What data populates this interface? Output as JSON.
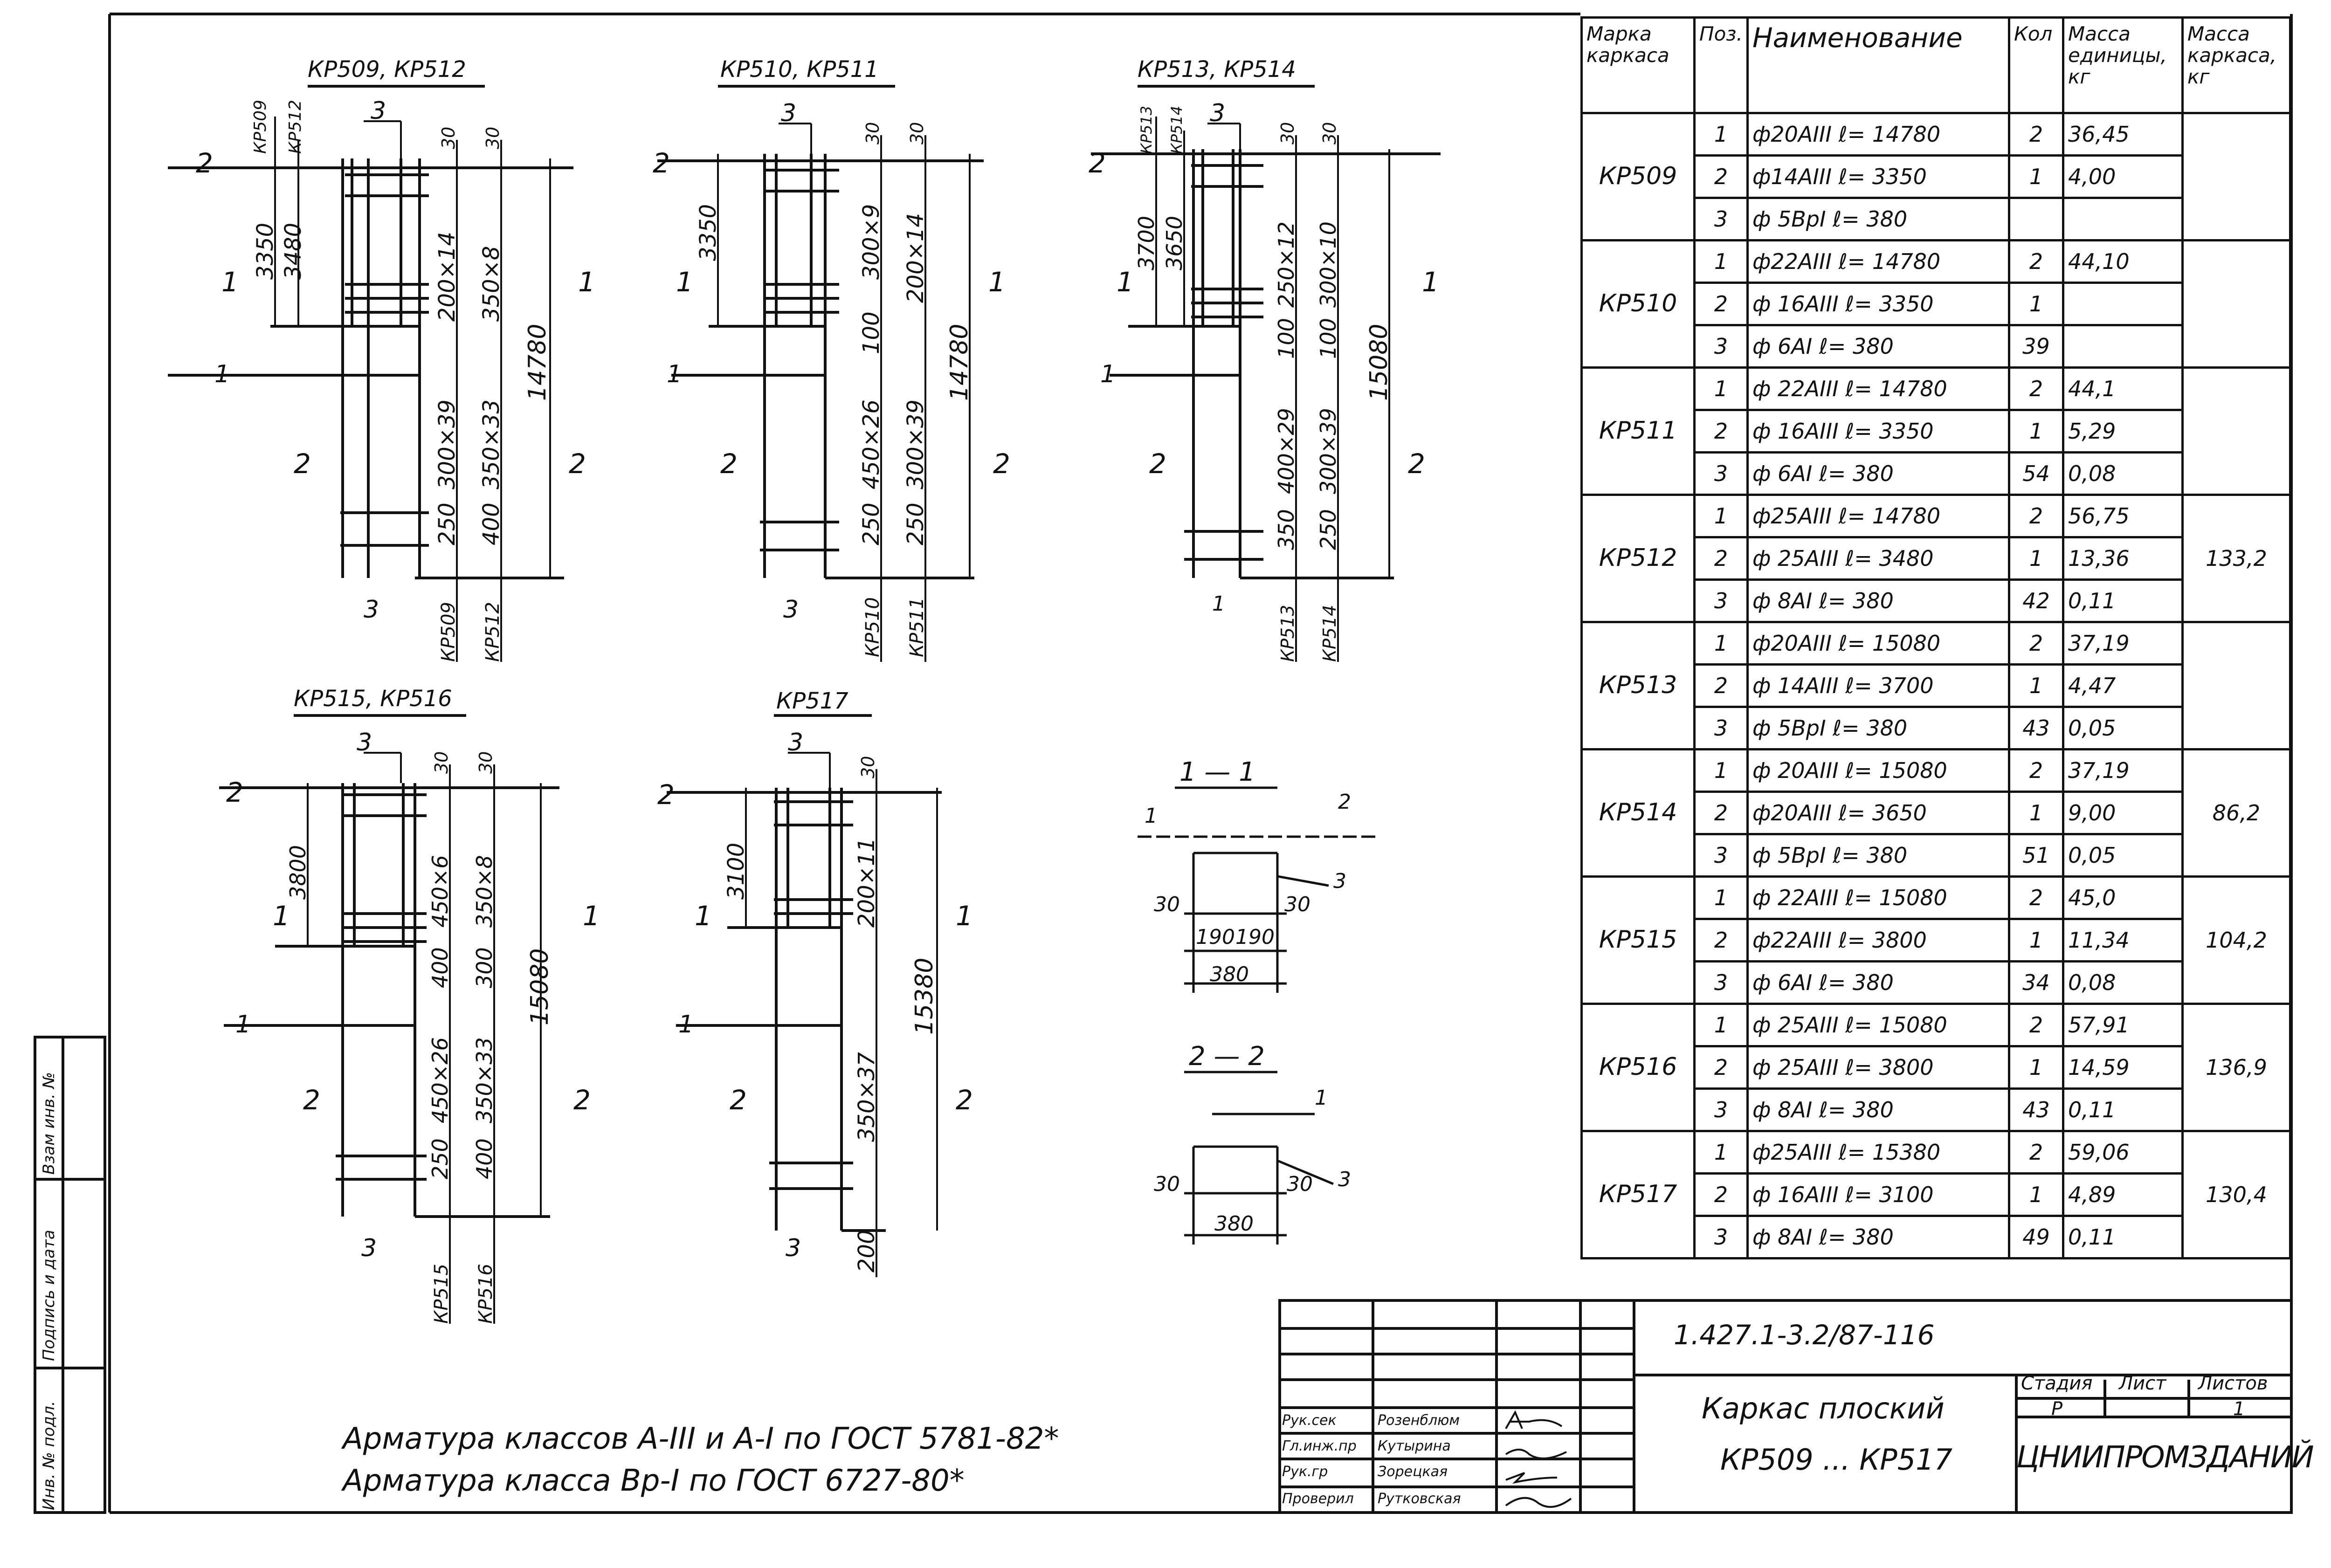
{
  "frames": {
    "kp509_512": {
      "title": "КР509, КР512",
      "h1": "3350",
      "h2": "3480",
      "tags": [
        "КР509",
        "КР512"
      ],
      "dims_top": [
        "30",
        "30"
      ],
      "sp1": "200×14",
      "sp2": "350×8",
      "sp3": "300×39",
      "sp4": "350×33",
      "s250": "250",
      "s400": "400",
      "total": "14780",
      "bottom_tags": [
        "КР509",
        "КР512"
      ]
    },
    "kp510_511": {
      "title": "КР510, КР511",
      "h1": "3350",
      "dims_top": [
        "30",
        "30"
      ],
      "sp1": "300×9",
      "sp2": "200×14",
      "s100": "100",
      "sp3": "450×26",
      "sp4": "300×39",
      "s250a": "250",
      "s250b": "250",
      "total": "14780",
      "bottom_tags": [
        "КР510",
        "КР511"
      ]
    },
    "kp513_514": {
      "title": "КР513, КР514",
      "h1": "3700",
      "h2": "3650",
      "tags": [
        "КР513",
        "КР514"
      ],
      "dims_top": [
        "30",
        "30"
      ],
      "sp1": "250×12",
      "sp2": "300×10",
      "s100a": "100",
      "s100b": "100",
      "sp3": "400×29",
      "sp4": "300×39",
      "s350": "350",
      "s250": "250",
      "total": "15080",
      "bottom_tags": [
        "КР513",
        "КР514"
      ]
    },
    "kp515_516": {
      "title": "КР515, КР516",
      "h1": "3800",
      "dims_top": [
        "30",
        "30"
      ],
      "sp1": "450×6",
      "sp2": "350×8",
      "s400": "400",
      "s300": "300",
      "sp3": "450×26",
      "sp4": "350×33",
      "s250": "250",
      "s400b": "400",
      "total": "15080",
      "bottom_tags": [
        "КР515",
        "КР516"
      ]
    },
    "kp517": {
      "title": "КР517",
      "h1": "3100",
      "dims_top": [
        "30"
      ],
      "sp1": "200×11",
      "sp2": "350×37",
      "s200": "200",
      "total": "15380"
    }
  },
  "markers": {
    "pos1": "1",
    "pos2": "2",
    "pos3": "3"
  },
  "sections": {
    "s1": {
      "title": "1 — 1",
      "d30a": "30",
      "d30b": "30",
      "d190a": "190",
      "d190b": "190",
      "w380": "380",
      "l1": "1",
      "l2": "2",
      "l3": "3"
    },
    "s2": {
      "title": "2 — 2",
      "d30a": "30",
      "d30b": "30",
      "w380": "380",
      "l1": "1",
      "l3": "3"
    }
  },
  "notes": {
    "line1": "Арматура классов А-III и А-I по ГОСТ 5781-82*",
    "line2": "Арматура класса Вр-I по ГОСТ 6727-80*"
  },
  "side_stamp": [
    "Инв. № подл.",
    "Подпись и дата",
    "Взам инв. №"
  ],
  "table": {
    "headers": {
      "brand": "Марка каркаса",
      "pos": "Поз.",
      "name": "Наименование",
      "qty": "Кол",
      "mass": "Масса единицы, кг",
      "total": "Масса каркаса, кг"
    },
    "groups": [
      {
        "brand": "КР509",
        "total": "",
        "rows": [
          {
            "pos": "1",
            "name": "ф20АIII ℓ= 14780",
            "qty": "2",
            "mass": "36,45"
          },
          {
            "pos": "2",
            "name": "ф14АIII ℓ= 3350",
            "qty": "1",
            "mass": "4,00"
          },
          {
            "pos": "3",
            "name": "ф 5ВрI ℓ= 380",
            "qty": "",
            "mass": ""
          }
        ]
      },
      {
        "brand": "КР510",
        "total": "",
        "rows": [
          {
            "pos": "1",
            "name": "ф22АIII ℓ= 14780",
            "qty": "2",
            "mass": "44,10"
          },
          {
            "pos": "2",
            "name": "ф 16АIII ℓ= 3350",
            "qty": "1",
            "mass": ""
          },
          {
            "pos": "3",
            "name": "ф 6АI ℓ= 380",
            "qty": "39",
            "mass": ""
          }
        ]
      },
      {
        "brand": "КР511",
        "total": "",
        "rows": [
          {
            "pos": "1",
            "name": "ф 22АIII ℓ= 14780",
            "qty": "2",
            "mass": "44,1"
          },
          {
            "pos": "2",
            "name": "ф 16АIII ℓ= 3350",
            "qty": "1",
            "mass": "5,29"
          },
          {
            "pos": "3",
            "name": "ф 6АI ℓ= 380",
            "qty": "54",
            "mass": "0,08"
          }
        ]
      },
      {
        "brand": "КР512",
        "total": "133,2",
        "rows": [
          {
            "pos": "1",
            "name": "ф25АIII ℓ= 14780",
            "qty": "2",
            "mass": "56,75"
          },
          {
            "pos": "2",
            "name": "ф 25АIII ℓ= 3480",
            "qty": "1",
            "mass": "13,36"
          },
          {
            "pos": "3",
            "name": "ф 8АI ℓ= 380",
            "qty": "42",
            "mass": "0,11"
          }
        ]
      },
      {
        "brand": "КР513",
        "total": "",
        "rows": [
          {
            "pos": "1",
            "name": "ф20АIII ℓ= 15080",
            "qty": "2",
            "mass": "37,19"
          },
          {
            "pos": "2",
            "name": "ф 14АIII ℓ= 3700",
            "qty": "1",
            "mass": "4,47"
          },
          {
            "pos": "3",
            "name": "ф 5ВрI ℓ= 380",
            "qty": "43",
            "mass": "0,05"
          }
        ]
      },
      {
        "brand": "КР514",
        "total": "86,2",
        "rows": [
          {
            "pos": "1",
            "name": "ф 20АIII ℓ= 15080",
            "qty": "2",
            "mass": "37,19"
          },
          {
            "pos": "2",
            "name": "ф20АIII ℓ= 3650",
            "qty": "1",
            "mass": "9,00"
          },
          {
            "pos": "3",
            "name": "ф 5ВрI ℓ= 380",
            "qty": "51",
            "mass": "0,05"
          }
        ]
      },
      {
        "brand": "КР515",
        "total": "104,2",
        "rows": [
          {
            "pos": "1",
            "name": "ф 22АIII ℓ= 15080",
            "qty": "2",
            "mass": "45,0"
          },
          {
            "pos": "2",
            "name": "ф22АIII ℓ= 3800",
            "qty": "1",
            "mass": "11,34"
          },
          {
            "pos": "3",
            "name": "ф 6АI ℓ= 380",
            "qty": "34",
            "mass": "0,08"
          }
        ]
      },
      {
        "brand": "КР516",
        "total": "136,9",
        "rows": [
          {
            "pos": "1",
            "name": "ф 25АIII ℓ= 15080",
            "qty": "2",
            "mass": "57,91"
          },
          {
            "pos": "2",
            "name": "ф 25АIII ℓ= 3800",
            "qty": "1",
            "mass": "14,59"
          },
          {
            "pos": "3",
            "name": "ф 8АI ℓ= 380",
            "qty": "43",
            "mass": "0,11"
          }
        ]
      },
      {
        "brand": "КР517",
        "total": "130,4",
        "rows": [
          {
            "pos": "1",
            "name": "ф25АIII ℓ= 15380",
            "qty": "2",
            "mass": "59,06"
          },
          {
            "pos": "2",
            "name": "ф 16АIII ℓ= 3100",
            "qty": "1",
            "mass": "4,89"
          },
          {
            "pos": "3",
            "name": "ф 8АI ℓ= 380",
            "qty": "49",
            "mass": "0,11"
          }
        ]
      }
    ]
  },
  "title_block": {
    "code": "1.427.1-3.2/87-116",
    "title_line1": "Каркас плоский",
    "title_line2": "КР509 ... КР517",
    "stage_header": "Стадия",
    "sheet_header": "Лист",
    "sheets_header": "Листов",
    "stage": "Р",
    "sheets": "1",
    "organization": "ЦНИИПРОМЗДАНИЙ",
    "people": [
      {
        "role": "Рук.сек",
        "name": "Розенблюм"
      },
      {
        "role": "Гл.инж.пр",
        "name": "Кутырина"
      },
      {
        "role": "Рук.гр",
        "name": "Зорецкая"
      },
      {
        "role": "Проверил",
        "name": "Рутковская"
      }
    ]
  }
}
